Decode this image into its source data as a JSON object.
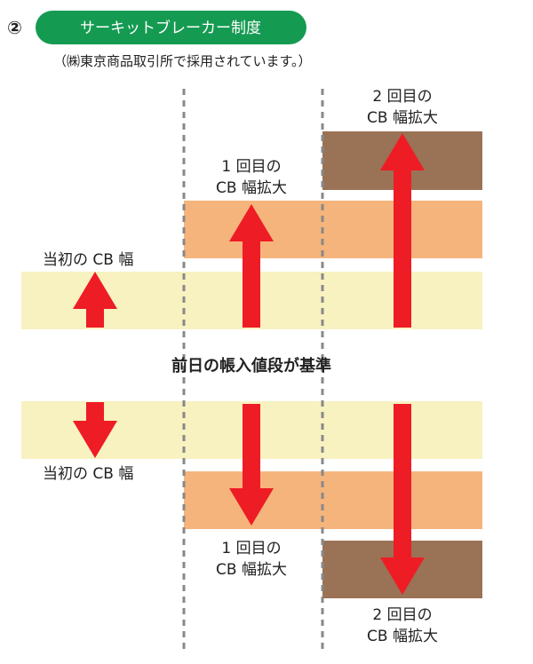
{
  "header": {
    "number": "②",
    "title": "サーキットブレーカー制度",
    "subtitle": "（㈱東京商品取引所で採用されています。）"
  },
  "colors": {
    "title_bg": "#159a52",
    "initial_band": "#f8f1c0",
    "first_band": "#f5b47c",
    "second_band": "#9a7256",
    "arrow": "#ee1c25",
    "dashed_line": "#888888"
  },
  "upper": {
    "initial_label": "当初の CB 幅",
    "first_label_1": "1 回目の",
    "first_label_2": "CB 幅拡大",
    "second_label_1": "2 回目の",
    "second_label_2": "CB 幅拡大"
  },
  "center_label": "前日の帳入値段が基準",
  "lower": {
    "initial_label": "当初の CB 幅",
    "first_label_1": "1 回目の",
    "first_label_2": "CB 幅拡大",
    "second_label_1": "2 回目の",
    "second_label_2": "CB 幅拡大"
  }
}
